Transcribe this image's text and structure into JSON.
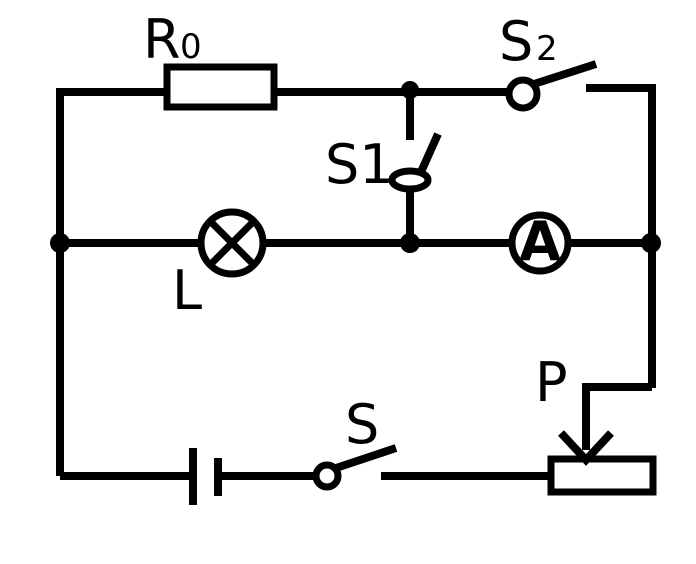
{
  "labels": {
    "resistor_main": "R",
    "resistor_sub": "0",
    "switch_s2_main": "S",
    "switch_s2_sub": "2",
    "switch_s1": "S1",
    "lamp": "L",
    "ammeter": "A",
    "slider": "P",
    "switch_s": "S"
  },
  "colors": {
    "stroke": "#000000",
    "background": "#ffffff"
  }
}
